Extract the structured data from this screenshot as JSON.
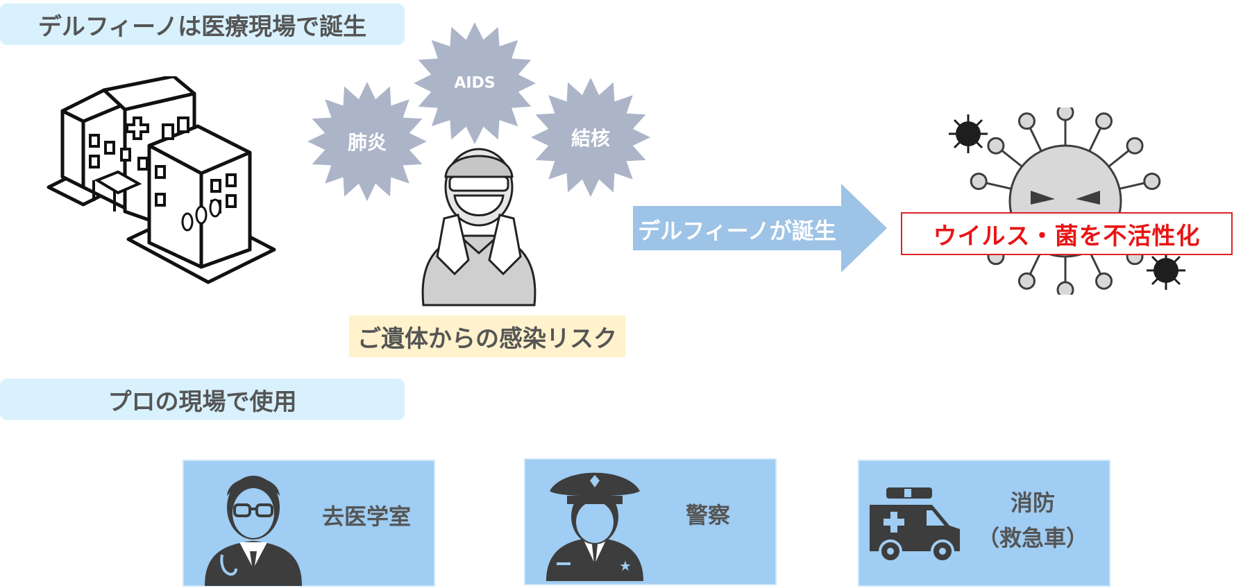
{
  "headers": {
    "origin": "デルフィーノは医療現場で誕生",
    "usage": "プロの現場で使用"
  },
  "bursts": {
    "pneumonia": "肺炎",
    "aids": "AIDS",
    "tuberculosis": "結核"
  },
  "risk_label": "ご遺体からの感染リスク",
  "arrow_label": "デルフィーノが誕生",
  "inactivation_label": "ウイルス・菌を不活性化",
  "cards": {
    "forensic": "去医学室",
    "police": "警察",
    "fire_line1": "消防",
    "fire_line2": "（救急車）"
  },
  "icons": [
    "hospital-icon",
    "protective-worker-icon",
    "virus-icon",
    "doctor-icon",
    "police-officer-icon",
    "ambulance-icon"
  ],
  "colors": {
    "header_bg": "#d8f1fd",
    "burst": "#acb5c8",
    "arrow": "#9dc3e6",
    "risk_bg": "#fff2cc",
    "alert_red": "#e81515",
    "card_bg": "#9fcdf3",
    "icon_dark": "#3d3d3d"
  }
}
